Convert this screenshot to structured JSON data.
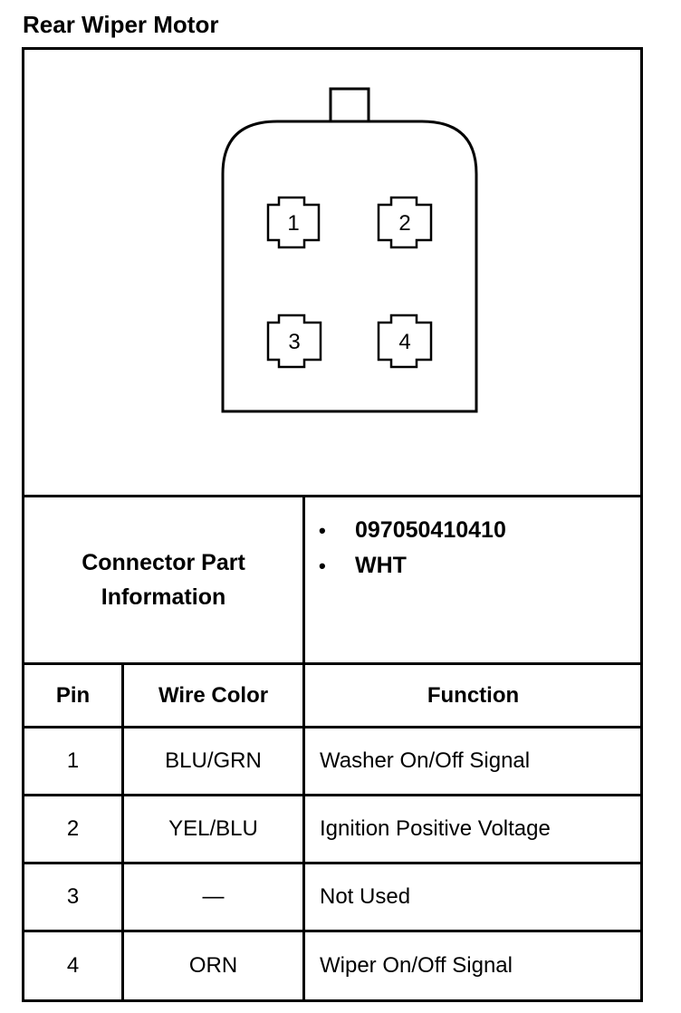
{
  "title": "Rear Wiper Motor",
  "connector": {
    "pins": [
      "1",
      "2",
      "3",
      "4"
    ]
  },
  "part_info": {
    "label": "Connector Part Information",
    "items": [
      "097050410410",
      "WHT"
    ]
  },
  "table": {
    "headers": {
      "pin": "Pin",
      "wire_color": "Wire Color",
      "function": "Function"
    },
    "rows": [
      {
        "pin": "1",
        "wire_color": "BLU/GRN",
        "function": "Washer On/Off Signal"
      },
      {
        "pin": "2",
        "wire_color": "YEL/BLU",
        "function": "Ignition Positive Voltage"
      },
      {
        "pin": "3",
        "wire_color": "—",
        "function": "Not Used"
      },
      {
        "pin": "4",
        "wire_color": "ORN",
        "function": "Wiper On/Off Signal"
      }
    ]
  }
}
